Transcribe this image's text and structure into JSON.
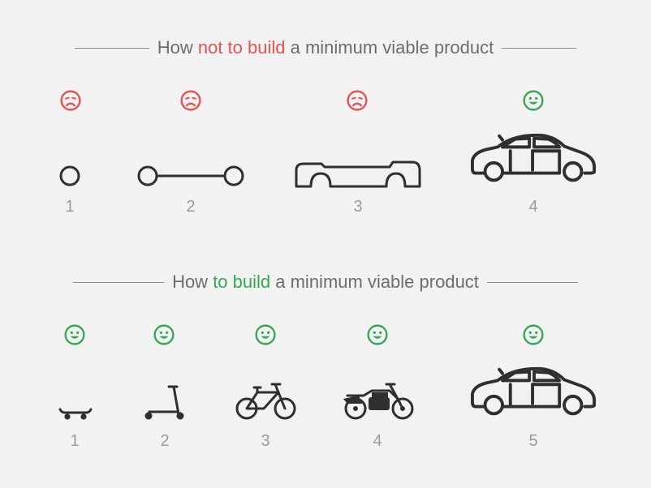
{
  "top": {
    "prefix": "How ",
    "highlight": "not to build",
    "suffix": " a minimum viable product",
    "highlight_color": "#e8534e",
    "steps": [
      {
        "number": "1",
        "item": "wheel",
        "mood": "sad"
      },
      {
        "number": "2",
        "item": "axle-with-wheels",
        "mood": "sad"
      },
      {
        "number": "3",
        "item": "car-chassis",
        "mood": "sad"
      },
      {
        "number": "4",
        "item": "car",
        "mood": "happy"
      }
    ]
  },
  "bottom": {
    "prefix": "How ",
    "highlight": "to build",
    "suffix": " a minimum viable product",
    "highlight_color": "#35a853",
    "steps": [
      {
        "number": "1",
        "item": "skateboard",
        "mood": "happy"
      },
      {
        "number": "2",
        "item": "scooter",
        "mood": "happy"
      },
      {
        "number": "3",
        "item": "bicycle",
        "mood": "happy"
      },
      {
        "number": "4",
        "item": "motorcycle",
        "mood": "happy"
      },
      {
        "number": "5",
        "item": "car",
        "mood": "happy"
      }
    ]
  },
  "colors": {
    "sad": "#e8534e",
    "happy": "#35a853",
    "icon": "#2f2f2f",
    "text": "#6d6d6d",
    "number": "#9a9a9a"
  }
}
